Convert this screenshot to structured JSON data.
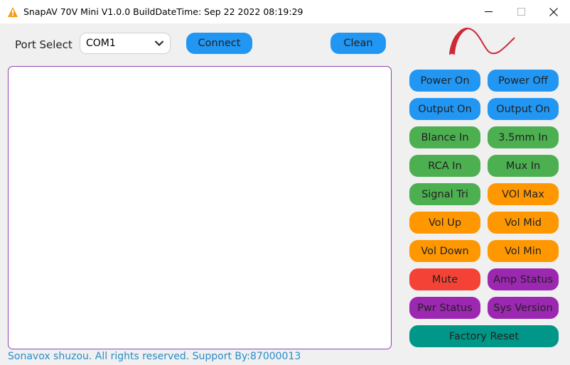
{
  "window": {
    "title": "SnapAV 70V Mini  V1.0.0  BuildDateTime: Sep 22 2022 08:19:29",
    "app_icon": "warning-triangle-icon",
    "controls": [
      "minimize-icon",
      "maximize-icon",
      "close-icon"
    ]
  },
  "toolbar": {
    "port_label": "Port Select",
    "port_value": "COM1",
    "connect_label": "Connect",
    "clean_label": "Clean"
  },
  "logo": {
    "icon": "sine-wave-logo-icon",
    "color": "#cc2a36"
  },
  "buttons": {
    "power_on": "Power On",
    "power_off": "Power Off",
    "output_on_1": "Output On",
    "output_on_2": "Output On",
    "blance_in": "Blance In",
    "mm_in": "3.5mm In",
    "rca_in": "RCA In",
    "mux_in": "Mux In",
    "signal_tri": "Signal Tri",
    "vol_max": "VOl Max",
    "vol_up": "Vol Up",
    "vol_mid": "Vol Mid",
    "vol_down": "Vol Down",
    "vol_min": "Vol Min",
    "mute": "Mute",
    "amp_status": "Amp Status",
    "pwr_status": "Pwr Status",
    "sys_version": "Sys Version",
    "factory_reset": "Factory Reset"
  },
  "log": {
    "text": ""
  },
  "footer": {
    "text": "Sonavox shuzou. All rights reserved. Support By:87000013"
  },
  "colors": {
    "blue": "#2196f3",
    "green": "#4caf50",
    "orange": "#ff9800",
    "red": "#f44336",
    "purple": "#9c27b0",
    "teal": "#009688",
    "log_border": "#8e44ad",
    "footer_text": "#2a8cc8"
  }
}
